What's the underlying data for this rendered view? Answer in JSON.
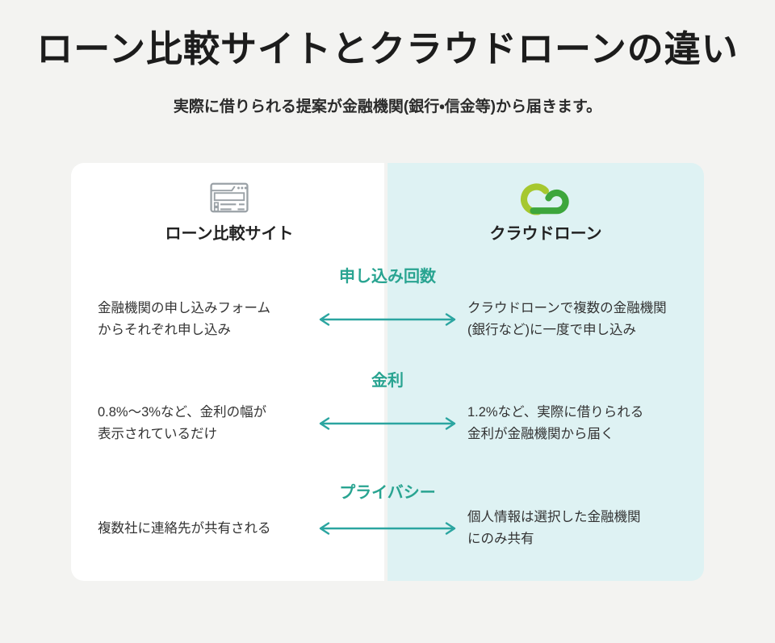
{
  "page": {
    "title": "ローン比較サイトとクラウドローンの違い",
    "subtitle": "実際に借りられる提案が金融機関(銀行・信金等)から届きます。"
  },
  "comparison": {
    "left_column": {
      "label": "ローン比較サイト",
      "icon": "browser-window-icon"
    },
    "right_column": {
      "label": "クラウドローン",
      "icon": "cloud-logo-icon"
    },
    "rows": [
      {
        "heading": "申し込み回数",
        "left": "金融機関の申し込みフォーム\nからそれぞれ申し込み",
        "right": "クラウドローンで複数の金融機関\n(銀行など)に一度で申し込み"
      },
      {
        "heading": "金利",
        "left": "0.8%〜3%など、金利の幅が\n表示されているだけ",
        "right": "1.2%など、実際に借りられる\n金利が金融機関から届く"
      },
      {
        "heading": "プライバシー",
        "left": "複数社に連絡先が共有される",
        "right": "個人情報は選択した金融機関\nにのみ共有"
      }
    ]
  },
  "colors": {
    "page_background": "#f3f3f1",
    "left_panel_background": "#ffffff",
    "right_panel_background": "#def2f3",
    "heading_teal": "#29a491",
    "arrow_teal": "#2ba5a0",
    "cloud_light_green": "#a6c82f",
    "cloud_dark_green": "#3da63c",
    "icon_gray": "#9aa1a6"
  }
}
